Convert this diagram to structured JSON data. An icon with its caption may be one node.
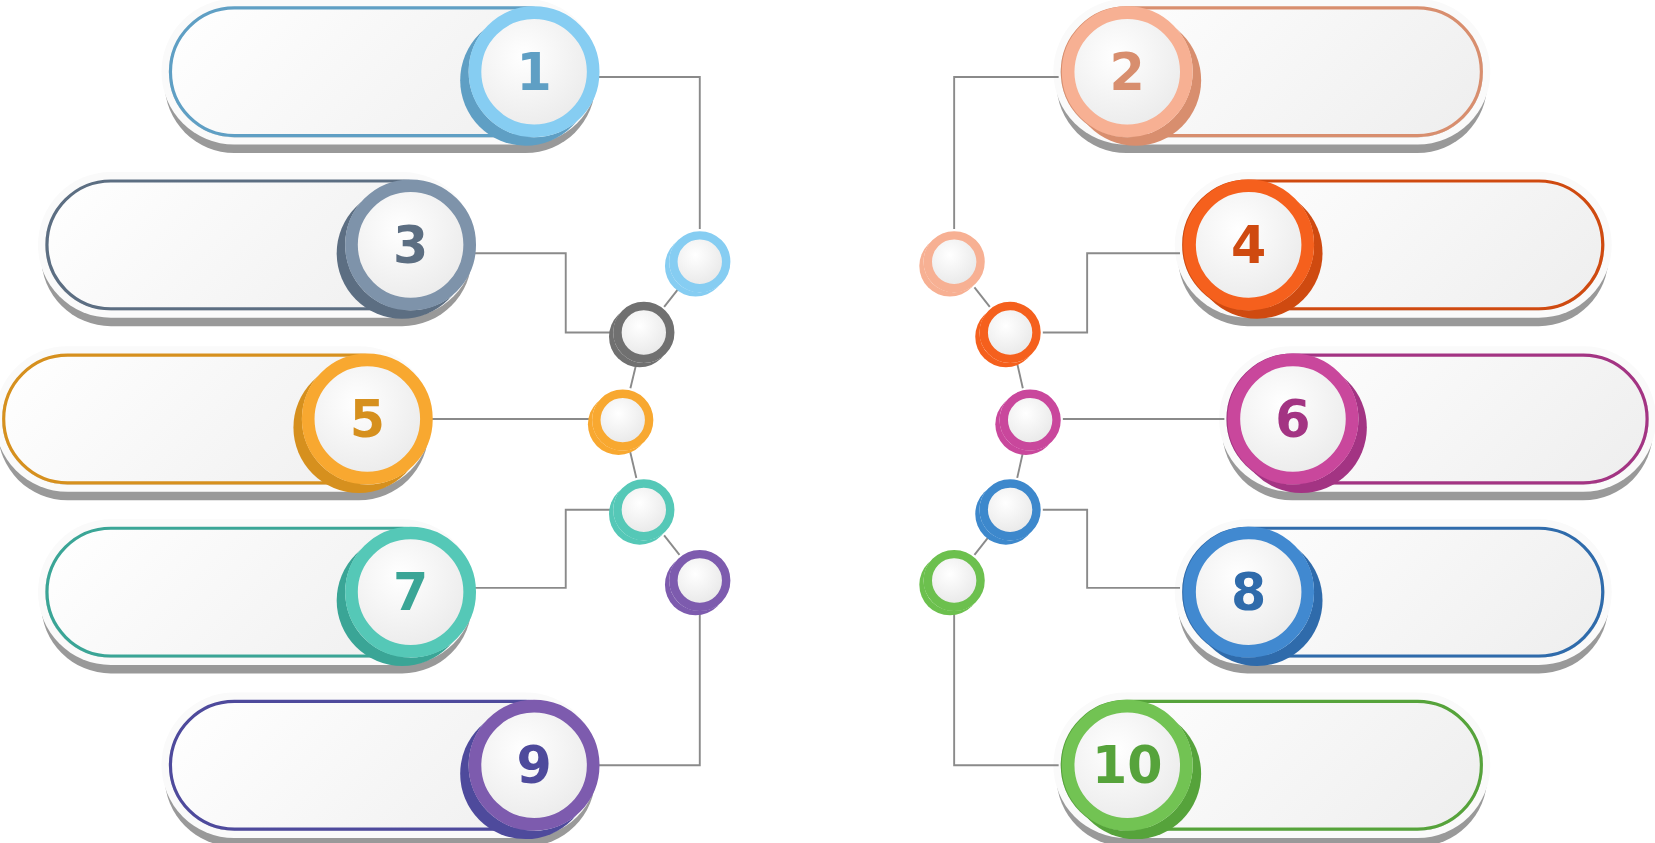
{
  "diagram": {
    "nodes": [
      {
        "text": [
          "1"
        ]
      },
      {
        "text": [
          "2"
        ]
      },
      {
        "text": [
          "3"
        ]
      },
      {
        "text": [
          "4"
        ]
      },
      {
        "text": [
          "5"
        ]
      },
      {
        "text": [
          "6"
        ]
      },
      {
        "text": [
          "7"
        ]
      },
      {
        "text": [
          "8"
        ]
      },
      {
        "text": [
          "9"
        ]
      },
      {
        "text": [
          "10"
        ]
      },
      {
        "text": [],
        "shape": "circle"
      },
      {
        "text": [],
        "shape": "circle"
      },
      {
        "text": [],
        "shape": "circle"
      },
      {
        "text": [],
        "shape": "circle"
      },
      {
        "text": [],
        "shape": "circle"
      },
      {
        "text": [],
        "shape": "circle"
      },
      {
        "text": [],
        "shape": "circle"
      },
      {
        "text": [],
        "shape": "circle"
      },
      {
        "text": [],
        "shape": "circle"
      },
      {
        "text": [],
        "shape": "circle"
      }
    ],
    "edges": [
      {
        "from": 0,
        "to": 10,
        "arrow": "none"
      },
      {
        "from": 1,
        "to": 11,
        "arrow": "none"
      },
      {
        "from": 2,
        "to": 12,
        "arrow": "none"
      },
      {
        "from": 3,
        "to": 13,
        "arrow": "none"
      },
      {
        "from": 4,
        "to": 14,
        "arrow": "none"
      },
      {
        "from": 5,
        "to": 15,
        "arrow": "none"
      },
      {
        "from": 6,
        "to": 16,
        "arrow": "none"
      },
      {
        "from": 7,
        "to": 17,
        "arrow": "none"
      },
      {
        "from": 8,
        "to": 18,
        "arrow": "none"
      },
      {
        "from": 9,
        "to": 19,
        "arrow": "none"
      },
      {
        "from": 10,
        "to": 12,
        "arrow": "none"
      },
      {
        "from": 12,
        "to": 14,
        "arrow": "none"
      },
      {
        "from": 14,
        "to": 16,
        "arrow": "none"
      },
      {
        "from": 16,
        "to": 18,
        "arrow": "none"
      },
      {
        "from": 11,
        "to": 13,
        "arrow": "none"
      },
      {
        "from": 13,
        "to": 15,
        "arrow": "none"
      },
      {
        "from": 15,
        "to": 17,
        "arrow": "none"
      },
      {
        "from": 17,
        "to": 19,
        "arrow": "none"
      }
    ]
  }
}
